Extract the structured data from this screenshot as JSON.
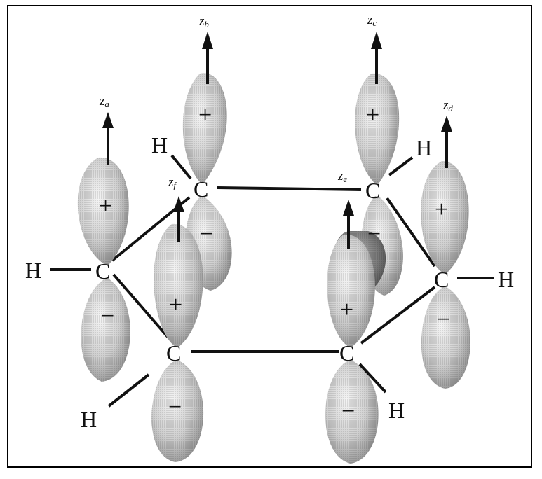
{
  "diagram": {
    "atoms": {
      "carbon": "C",
      "hydrogen": "H"
    },
    "signs": {
      "positive": "+",
      "negative": "−"
    },
    "axes": [
      {
        "label": "z",
        "subscript": "a"
      },
      {
        "label": "z",
        "subscript": "b"
      },
      {
        "label": "z",
        "subscript": "c"
      },
      {
        "label": "z",
        "subscript": "d"
      },
      {
        "label": "z",
        "subscript": "e"
      },
      {
        "label": "z",
        "subscript": "f"
      }
    ],
    "colors": {
      "lobe_light": "#d6d6d6",
      "lobe_dark": "#7a7a7a",
      "ink": "#111111"
    }
  }
}
